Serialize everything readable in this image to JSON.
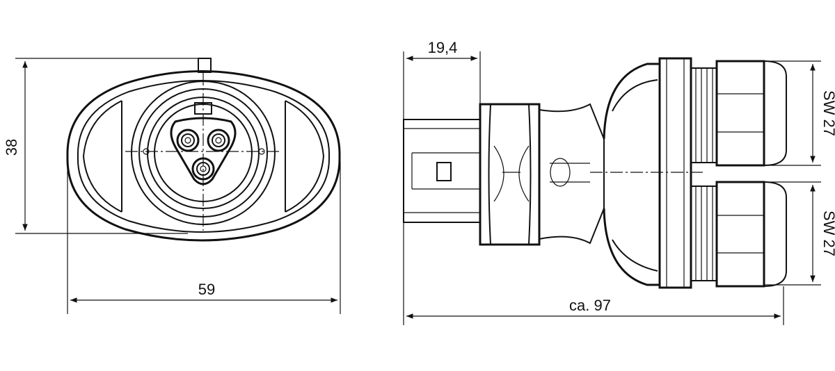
{
  "dimensions": {
    "front_height": "38",
    "front_width": "59",
    "side_offset": "19,4",
    "side_length": "ca. 97",
    "wrench_upper": "SW 27",
    "wrench_lower": "SW 27"
  },
  "colors": {
    "line": "#111111",
    "background": "#ffffff"
  }
}
